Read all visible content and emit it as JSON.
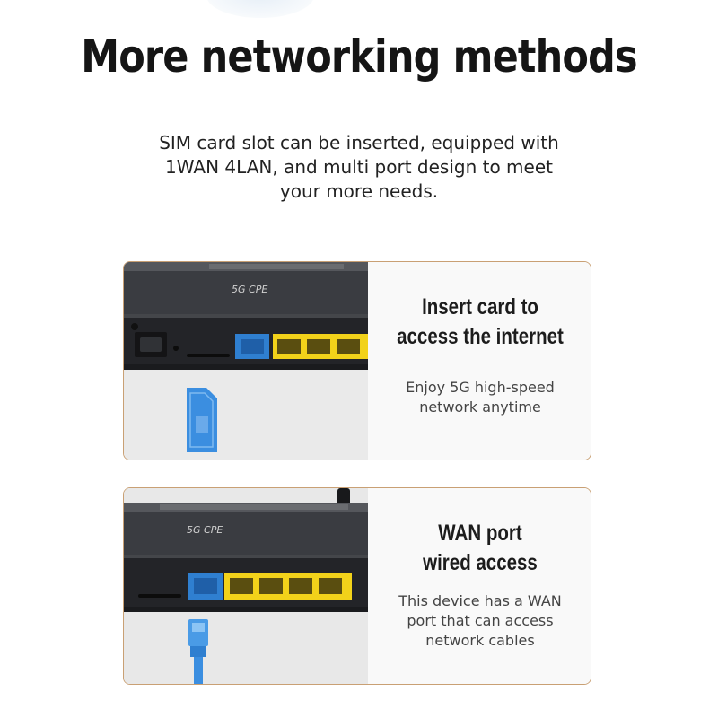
{
  "headline": "More networking methods",
  "subhead": {
    "line1": "SIM card slot can be inserted, equipped with",
    "line2": "1WAN 4LAN, and multi port design to meet",
    "line3": "your more needs."
  },
  "cards": [
    {
      "title_line1": "Insert card to",
      "title_line2": "access the internet",
      "desc_line1": "Enjoy 5G high-speed",
      "desc_line2": "network anytime",
      "device_label": "5G CPE",
      "icon": "sim-card-icon"
    },
    {
      "title_line1": "WAN port",
      "title_line2": "wired access",
      "desc_line1": "This device has a WAN",
      "desc_line2": "port that can access",
      "desc_line3": "network cables",
      "device_label": "5G CPE",
      "icon": "ethernet-cable-icon"
    }
  ],
  "colors": {
    "border": "#c9a074",
    "wan_port": "#2f7fd0",
    "lan_port": "#f2d21a",
    "router_body": "#2a2c30"
  }
}
